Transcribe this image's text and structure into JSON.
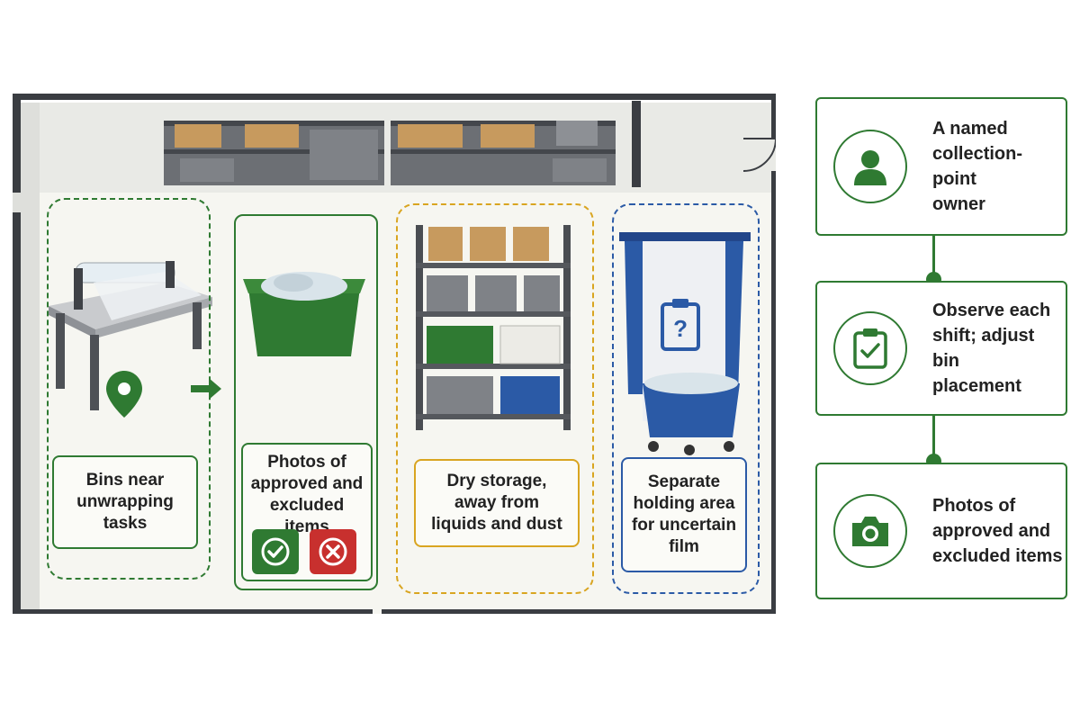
{
  "zones": {
    "bins_near": {
      "label_lines": [
        "Bins near",
        "unwrapping",
        "tasks"
      ],
      "color": "#2f7a32",
      "icon": "map-pin-icon"
    },
    "photos": {
      "label_lines": [
        "Photos of",
        "approved and",
        "excluded items"
      ],
      "color": "#2f7a32",
      "approved_icon": "check-icon",
      "excluded_icon": "x-icon",
      "approved_color": "#2f7a32",
      "excluded_color": "#c8302e"
    },
    "dry_storage": {
      "label_lines": [
        "Dry storage,",
        "away from",
        "liquids and dust"
      ],
      "color": "#d9a521"
    },
    "holding": {
      "label_lines": [
        "Separate",
        "holding area",
        "for uncertain",
        "film"
      ],
      "color": "#2b5aa6",
      "icon": "clipboard-question-icon"
    }
  },
  "steps": [
    {
      "icon": "person-icon",
      "lines": [
        "A named",
        "collection-point",
        "owner"
      ]
    },
    {
      "icon": "clipboard-check-icon",
      "lines": [
        "Observe each",
        "shift; adjust bin",
        "placement"
      ]
    },
    {
      "icon": "camera-icon",
      "lines": [
        "Photos of",
        "approved and",
        "excluded items"
      ]
    }
  ],
  "colors": {
    "accent_green": "#2f7a32",
    "wall": "#3a3d42",
    "floor": "#f5f5f0"
  }
}
